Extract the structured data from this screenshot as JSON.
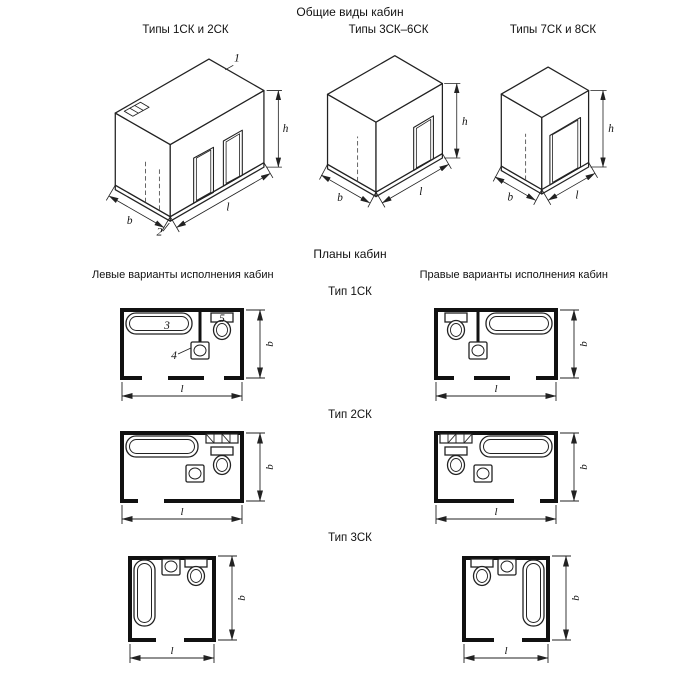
{
  "page": {
    "main_title": "Общие виды кабин",
    "plans_title": "Планы кабин"
  },
  "general_views": [
    {
      "label": "Типы 1СК и 2СК"
    },
    {
      "label": "Типы 3СК–6СК"
    },
    {
      "label": "Типы 7СК и 8СК"
    }
  ],
  "dims": {
    "h": "h",
    "b": "b",
    "l": "l"
  },
  "callouts": {
    "c1": "1",
    "c2": "2",
    "c3": "3",
    "c4": "4",
    "c5": "5"
  },
  "plan_headers": {
    "left": "Левые варианты исполнения кабин",
    "right": "Правые варианты исполнения кабин"
  },
  "plan_types": [
    {
      "label": "Тип 1СК"
    },
    {
      "label": "Тип 2СК"
    },
    {
      "label": "Тип 3СК"
    }
  ]
}
